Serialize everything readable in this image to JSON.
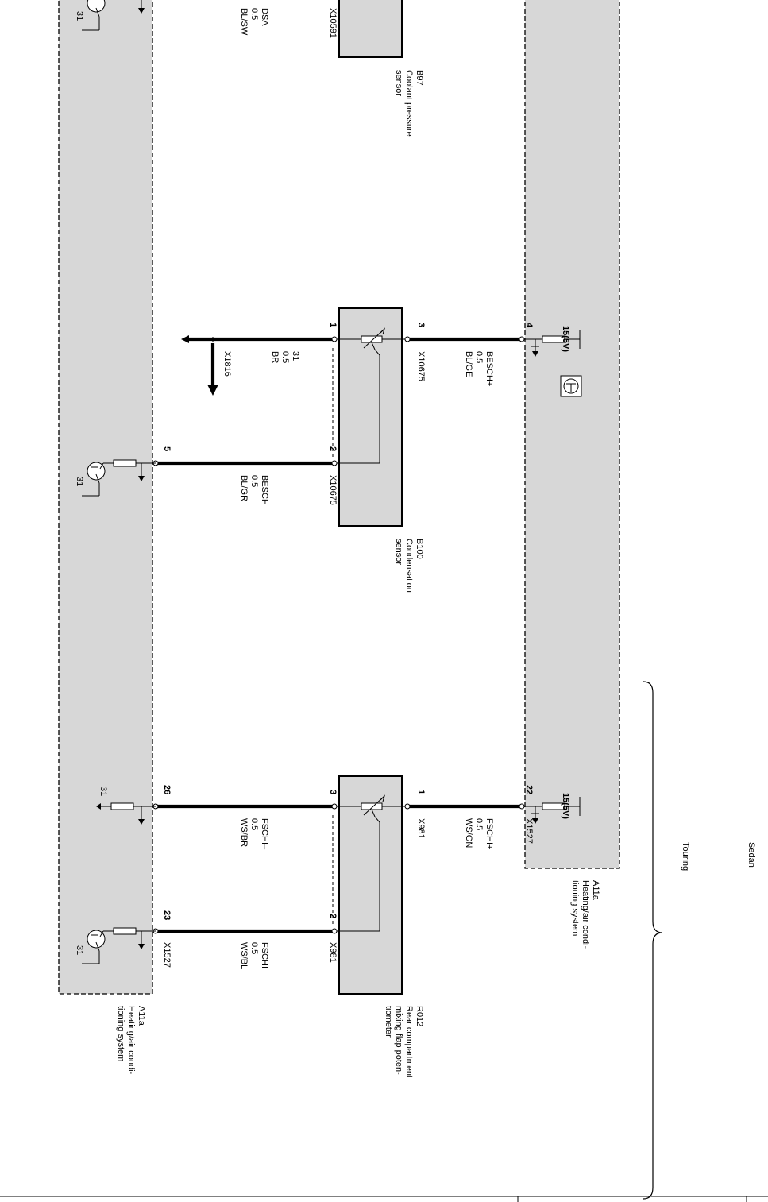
{
  "components": {
    "b97": {
      "ref": "B97",
      "lines": [
        "Coolant pressure",
        "sensor"
      ],
      "connector": "X10591"
    },
    "b100": {
      "ref": "B100",
      "lines": [
        "Condensation",
        "sensor"
      ],
      "connector_top": "X10675",
      "connector_bottom": "X10675"
    },
    "r012": {
      "ref": "R012",
      "lines": [
        "Rear compartment",
        "mixing flap poten-",
        "tiometer"
      ],
      "connector_top": "X981",
      "connector_bottom": "X981"
    }
  },
  "modules": {
    "right_a11a": {
      "ref": "A11a",
      "lines": [
        "Heating/air condi-",
        "tioning system"
      ],
      "connector": "X1527",
      "supply_label": "15(5V)"
    },
    "left_a11a": {
      "ref": "A11a",
      "lines": [
        "Heating/air condi-",
        "tioning system"
      ],
      "connector": "X1527",
      "ground_label": "31"
    }
  },
  "wires": {
    "dsa": {
      "signal": "DSA",
      "gauge": "0.5",
      "color": "BL/SW"
    },
    "besch_p": {
      "signal": "BESCH+",
      "gauge": "0.5",
      "color": "BL/GE"
    },
    "ground": {
      "signal": "31",
      "gauge": "0.5",
      "color": "BR",
      "connector": "X1816"
    },
    "besch": {
      "signal": "BESCH",
      "gauge": "0.5",
      "color": "BL/GR"
    },
    "fschi_p": {
      "signal": "FSCHI+",
      "gauge": "0.5",
      "color": "WS/GN"
    },
    "fschi_m": {
      "signal": "FSCHI–",
      "gauge": "0.5",
      "color": "WS/BR"
    },
    "fschi": {
      "signal": "FSCHI",
      "gauge": "0.5",
      "color": "WS/BL"
    }
  },
  "pins": {
    "b100_1": "1",
    "b100_3": "3",
    "b100_2": "2",
    "a11a_4": "4",
    "a11a_5": "5",
    "r012_1": "1",
    "r012_3": "3",
    "r012_2": "2",
    "a11a_22": "22",
    "a11a_26": "26",
    "a11a_23": "23"
  },
  "variants": {
    "sedan": "Sedan",
    "touring": "Touring"
  },
  "icons": [
    "transistor-icon",
    "resistor-icon",
    "potentiometer-icon",
    "ground-arrow-icon",
    "logic-symbol-icon",
    "brace-icon"
  ]
}
